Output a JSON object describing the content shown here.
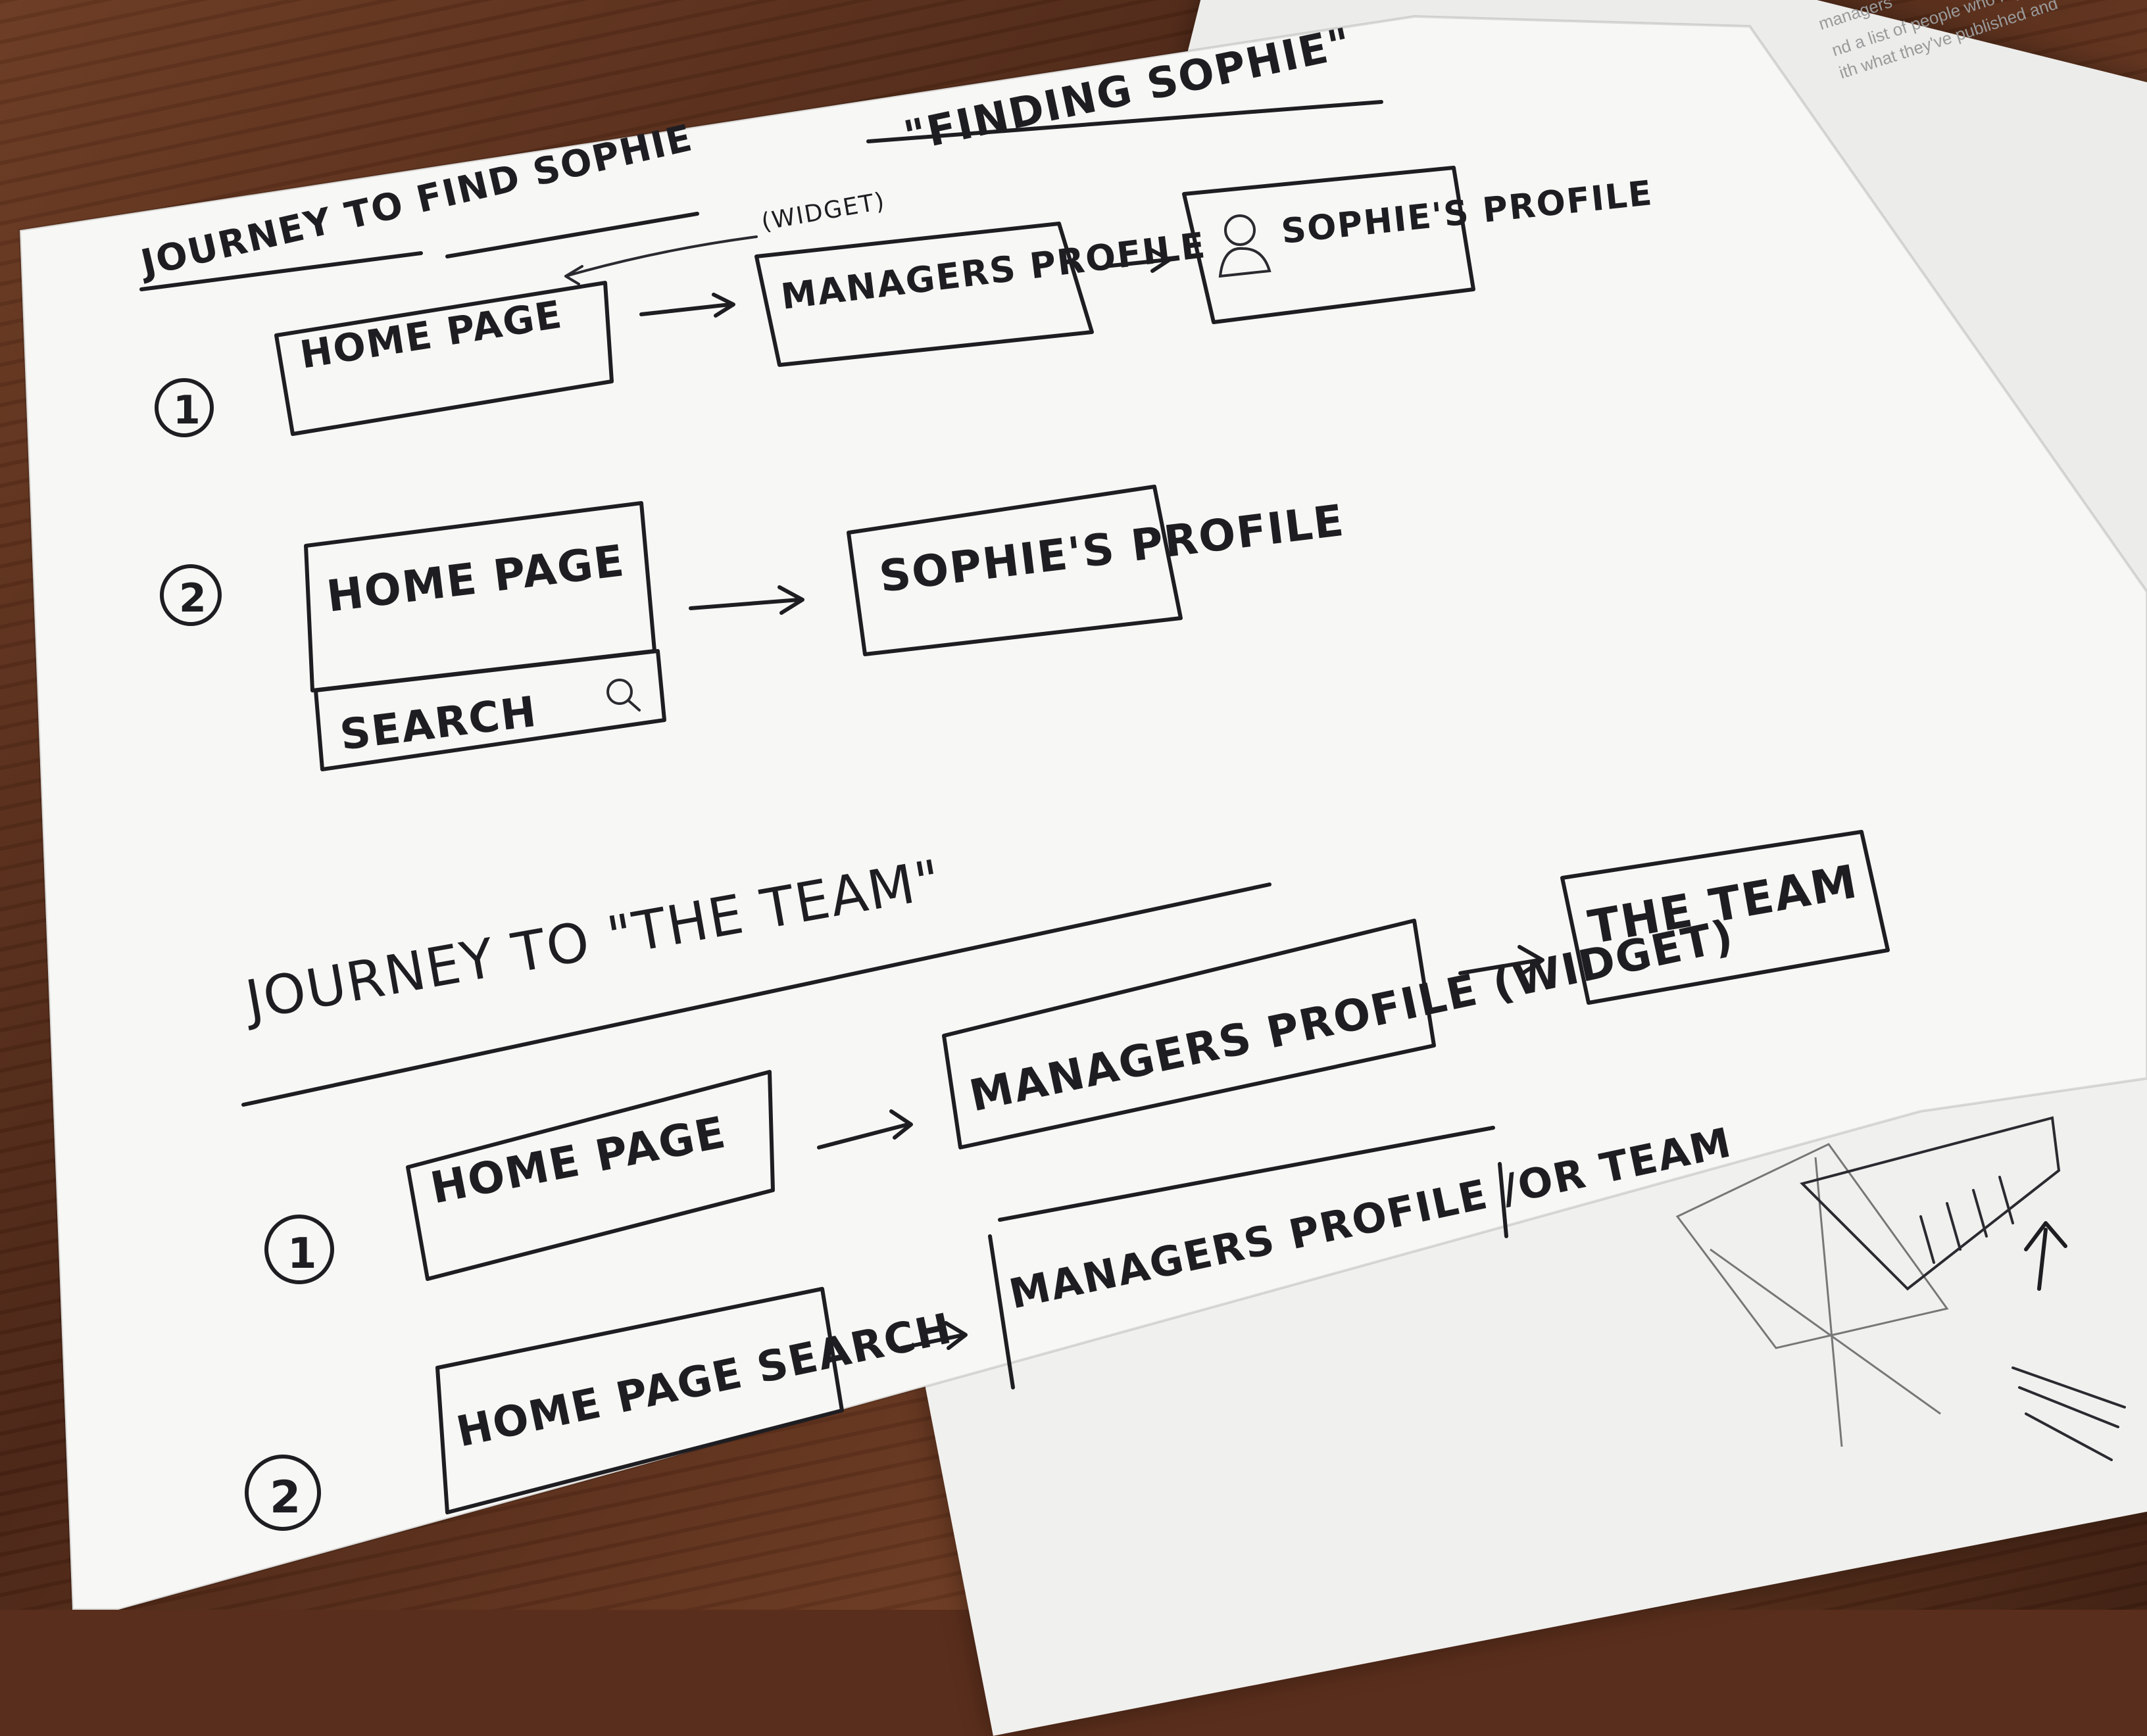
{
  "colors": {
    "ink": "#1e1e22",
    "paper": "#f7f7f5",
    "table": "#5a2e1c"
  },
  "section1": {
    "heading": "JOURNEY TO FIND SOPHIE",
    "heading_quote": "\"FINDING SOPHIE\"",
    "widget_note": "(WIDGET)",
    "row1": {
      "number": "1",
      "box_home": "HOME PAGE",
      "box_managers": "MANAGERS PROFILE",
      "box_sophie": "SOPHIE'S PROFILE",
      "icon": "person-icon"
    },
    "row2": {
      "number": "2",
      "box_home": "HOME PAGE",
      "box_search": "SEARCH",
      "search_icon": "magnifier-icon",
      "box_sophie": "SOPHIE'S PROFILE"
    }
  },
  "section2": {
    "heading": "JOURNEY TO \"THE TEAM\"",
    "row1": {
      "number": "1",
      "box_home": "HOME PAGE",
      "box_managers": "MANAGERS PROFILE (WIDGET)",
      "box_team": "THE TEAM"
    },
    "row2": {
      "number": "2",
      "box_home": "HOME PAGE SEARCH",
      "box_managers": "MANAGERS PROFILE /OR TEAM"
    }
  },
  "background_sheet": {
    "lines": [
      "nd a list of people who repo",
      "ith what they've published and"
    ],
    "top_snippet": "managers"
  }
}
